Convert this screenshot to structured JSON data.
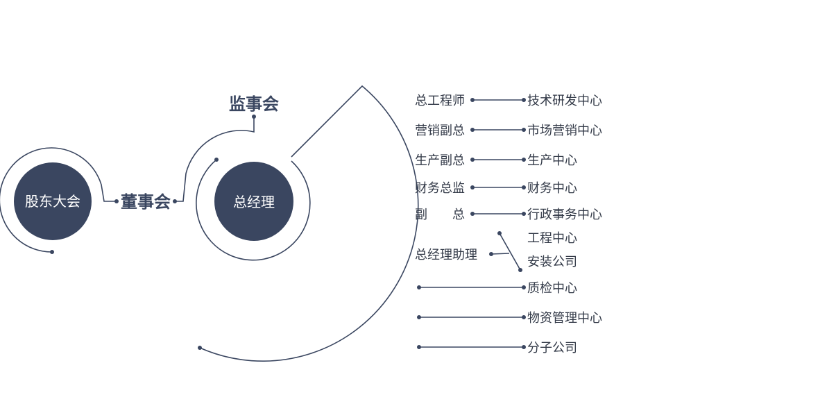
{
  "nodes": {
    "shareholders": "股东大会",
    "board": "董事会",
    "supervisors": "监事会",
    "gm": "总经理"
  },
  "rows": [
    {
      "role": "总工程师",
      "dept": "技术研发中心"
    },
    {
      "role": "营销副总",
      "dept": "市场营销中心"
    },
    {
      "role": "生产副总",
      "dept": "生产中心"
    },
    {
      "role": "财务总监",
      "dept": "财务中心"
    },
    {
      "role": "副　　总",
      "dept": "行政事务中心"
    }
  ],
  "assistant": {
    "role": "总经理助理",
    "depts": [
      "工程中心",
      "安装公司"
    ]
  },
  "direct_depts": [
    "质检中心",
    "物资管理中心",
    "分子公司"
  ],
  "colors": {
    "primary": "#3a4660"
  }
}
